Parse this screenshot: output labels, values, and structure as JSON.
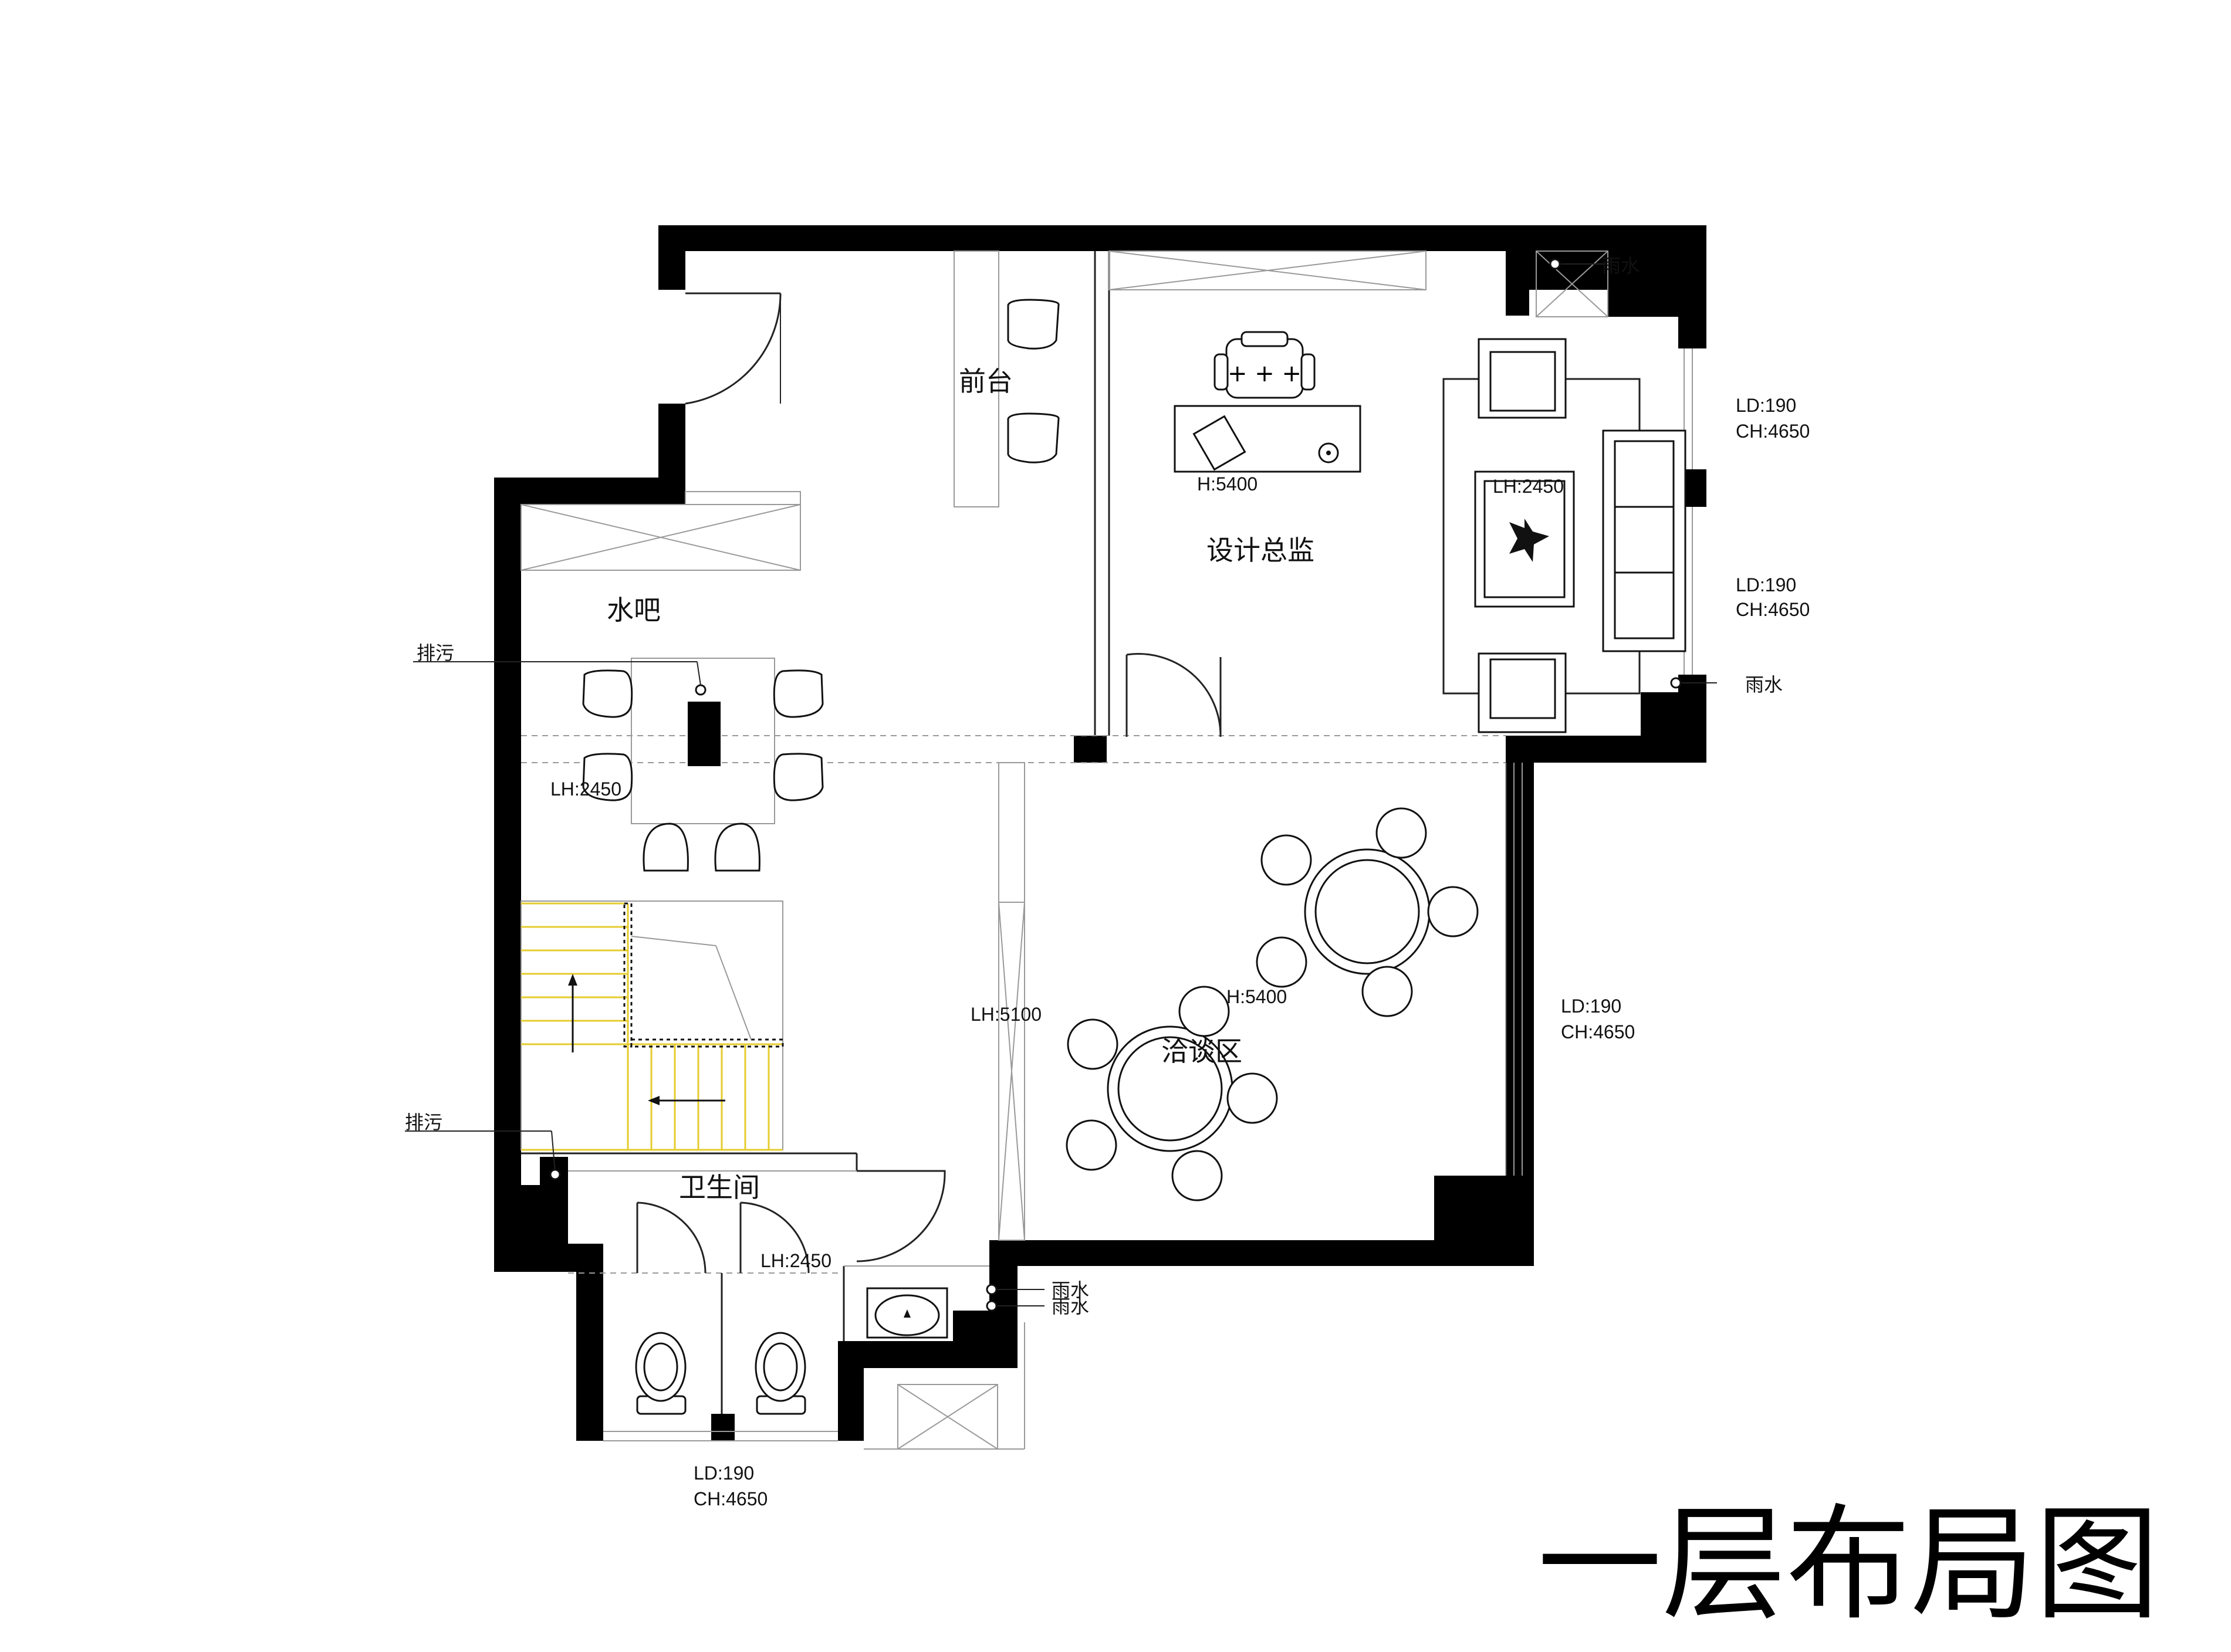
{
  "title": "一层布局图",
  "rooms": {
    "reception": "前台",
    "director": "设计总监",
    "water_bar": "水吧",
    "negotiation": "洽谈区",
    "restroom": "卫生间"
  },
  "annotations": {
    "director_desk": "H:5400",
    "director_ceiling": "LH:2450",
    "bar_ceiling": "LH:2450",
    "corridor_ceiling": "LH:5100",
    "negotiation_height": "H:5400",
    "restroom_ceiling": "LH:2450",
    "window_ld": "LD:190",
    "window_ch": "CH:4650",
    "drain": "排污",
    "rain": "雨水"
  }
}
